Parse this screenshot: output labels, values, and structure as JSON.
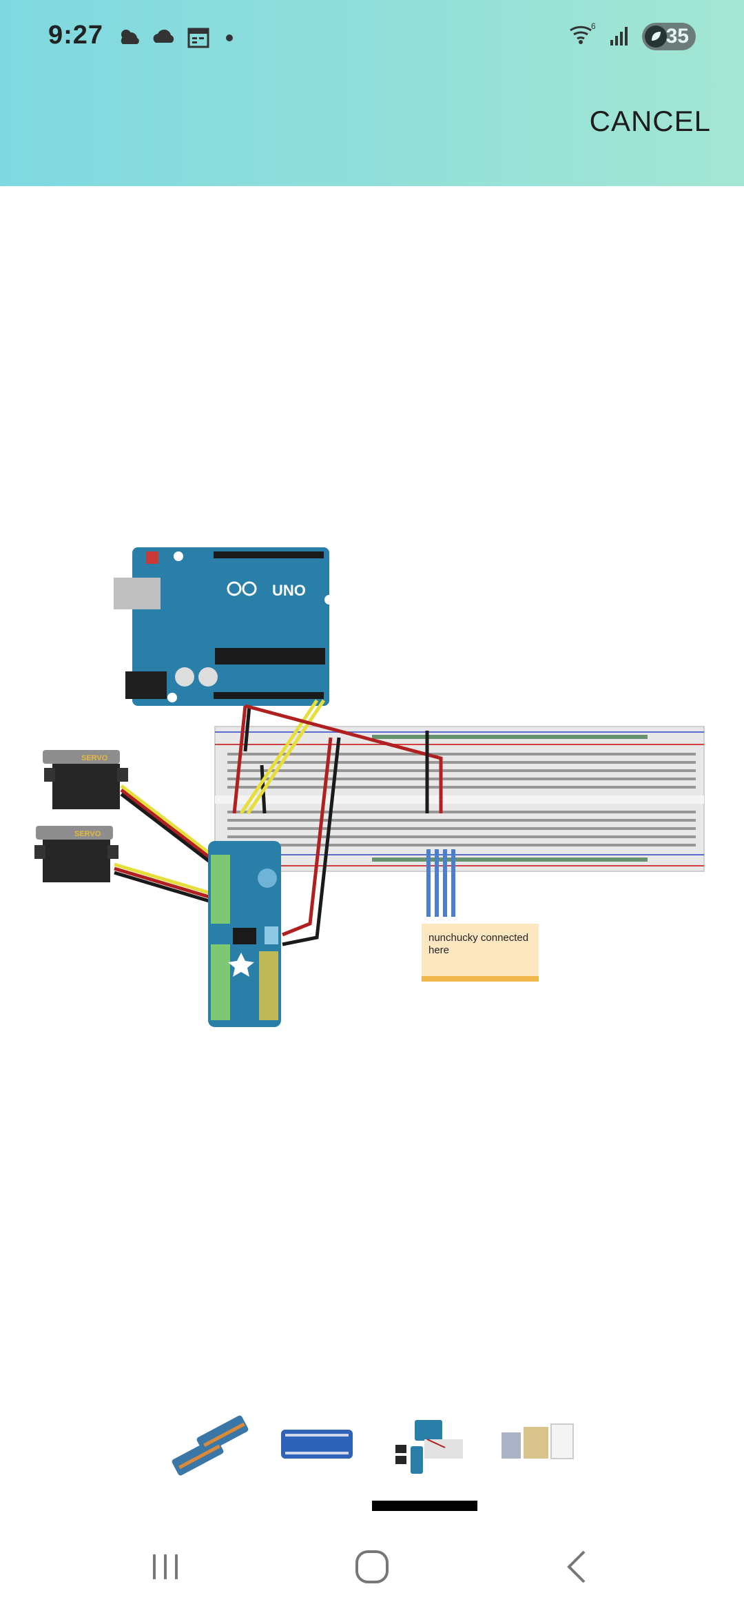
{
  "status_bar": {
    "time": "9:27",
    "left_icons": [
      "weather-sun-cloud-icon",
      "cloud-icon",
      "calendar-icon",
      "dot-icon"
    ],
    "wifi_label": "6",
    "battery_level": "35"
  },
  "header": {
    "cancel_label": "CANCEL"
  },
  "main_image": {
    "board_label": "UNO",
    "servo_label": "SERVO",
    "note_line1": "nunchucky connected",
    "note_line2": "here"
  },
  "thumbnails": {
    "items": [
      "thumbnail-servo-boards",
      "thumbnail-pwm-board",
      "thumbnail-wiring-diagram",
      "thumbnail-package-contents"
    ],
    "selected_index": 2
  },
  "nav_bar": {
    "icons": [
      "recents-icon",
      "home-icon",
      "back-icon"
    ]
  },
  "colors": {
    "header_start": "#7fd8e0",
    "header_end": "#a3e6d3",
    "board_blue": "#2a7fa8"
  }
}
